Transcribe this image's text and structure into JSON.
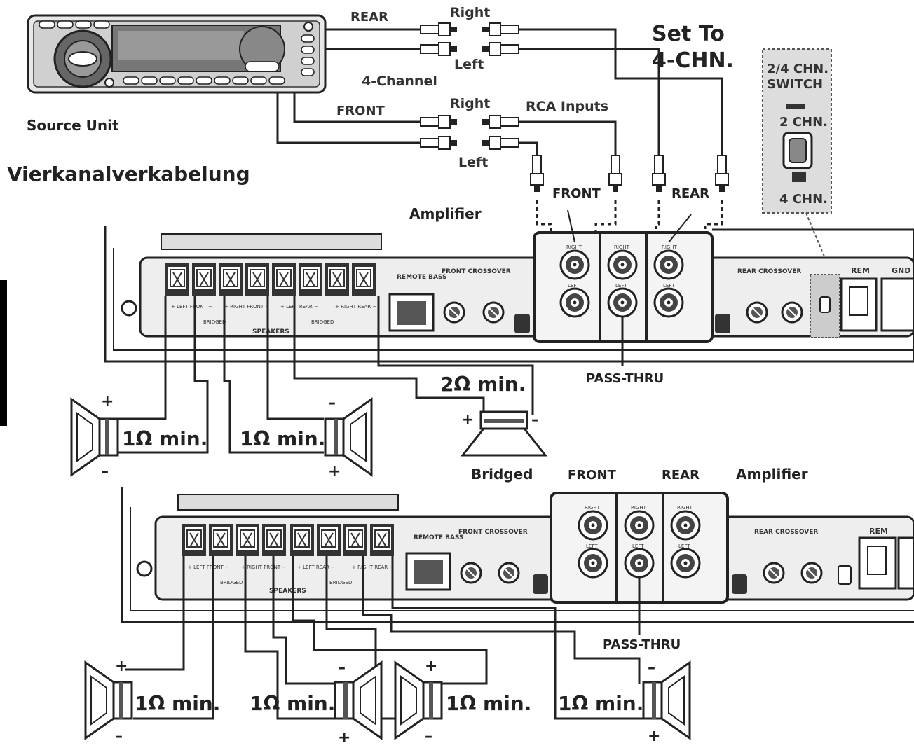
{
  "title": "Vierkanalverkabelung",
  "source_unit": {
    "label": "Source Unit"
  },
  "rca_labels": {
    "rear": "REAR",
    "front": "FRONT",
    "four_channel": "4-Channel",
    "right_top": "Right",
    "left_top": "Left",
    "right_bottom": "Right",
    "left_bottom": "Left",
    "rca_inputs": "RCA Inputs"
  },
  "set_to": {
    "line1": "Set To",
    "line2": "4-CHN."
  },
  "switch_box": {
    "title1": "2/4 CHN.",
    "title2": "SWITCH",
    "opt2": "2 CHN.",
    "opt4": "4 CHN."
  },
  "amp_top": {
    "label": "Amplifier",
    "front_in": "FRONT",
    "rear_in": "REAR",
    "remote_bass": "REMOTE BASS",
    "front_crossover": "FRONT CROSSOVER",
    "rear_crossover": "REAR CROSSOVER",
    "speakers": "SPEAKERS",
    "pass_thru": "PASS-THRU",
    "rem": "REM",
    "gnd": "GND"
  },
  "amp_bottom": {
    "label": "Amplifier",
    "bridged": "Bridged",
    "front": "FRONT",
    "rear": "REAR",
    "remote_bass": "REMOTE BASS",
    "front_crossover": "FRONT CROSSOVER",
    "rear_crossover": "REAR CROSSOVER",
    "speakers": "SPEAKERS",
    "pass_thru": "PASS-THRU",
    "rem": "REM"
  },
  "speakers_top": [
    {
      "label": "1Ω min.",
      "plus": "+",
      "minus": "–"
    },
    {
      "label": "1Ω min.",
      "plus": "+",
      "minus": "–"
    },
    {
      "label": "2Ω min.",
      "plus": "+",
      "minus": "–"
    }
  ],
  "speakers_bottom": [
    {
      "label": "1Ω min.",
      "plus": "+",
      "minus": "–"
    },
    {
      "label": "1Ω min.",
      "plus": "+",
      "minus": "–"
    },
    {
      "label": "1Ω min.",
      "plus": "+",
      "minus": "–"
    },
    {
      "label": "1Ω min.",
      "plus": "+",
      "minus": "–"
    }
  ]
}
